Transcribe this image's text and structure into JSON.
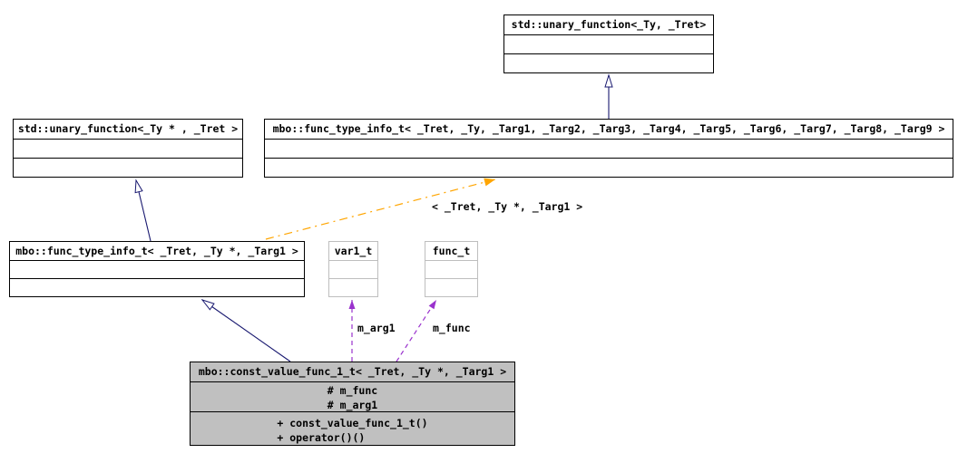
{
  "diagram": {
    "type": "uml-class-collaboration-diagram",
    "classes": {
      "unary_function": {
        "title": "std::unary_function<_Ty, _Tret>"
      },
      "unary_function_ptr": {
        "title": "std::unary_function<_Ty * , _Tret >"
      },
      "func_type_info_general": {
        "title": "mbo::func_type_info_t< _Tret, _Ty, _Targ1, _Targ2, _Targ3, _Targ4, _Targ5, _Targ6, _Targ7, _Targ8, _Targ9 >"
      },
      "func_type_info_spec": {
        "title": "mbo::func_type_info_t< _Tret, _Ty *, _Targ1 >"
      },
      "var1_t": {
        "title": "var1_t"
      },
      "func_t": {
        "title": "func_t"
      },
      "const_value_func_1_t": {
        "title": "mbo::const_value_func_1_t< _Tret, _Ty *, _Targ1 >",
        "attributes": [
          "# m_func",
          "# m_arg1"
        ],
        "methods": [
          "+ const_value_func_1_t()",
          "+ operator()()"
        ]
      }
    },
    "edge_labels": {
      "template_instantiation": "< _Tret, _Ty *, _Targ1 >",
      "m_arg1": "m_arg1",
      "m_func": "m_func"
    },
    "colors": {
      "edge-inheritance": "#191970",
      "edge-template": "#FFA500",
      "edge-usage": "#9A32CD",
      "node-fill-selected": "#C0C0C0",
      "node-border": "#000000",
      "node-border-weak": "#BEBEBE",
      "background": "#FFFFFF",
      "text": "#000000"
    }
  }
}
